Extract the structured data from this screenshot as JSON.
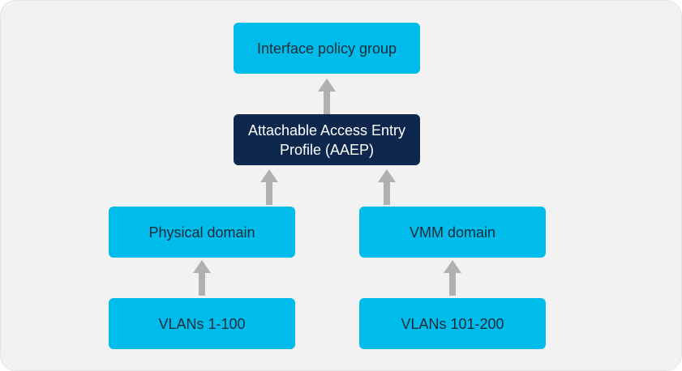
{
  "diagram": {
    "nodes": {
      "interface_policy_group": "Interface policy group",
      "aaep": "Attachable Access Entry Profile (AAEP)",
      "physical_domain": "Physical domain",
      "vmm_domain": "VMM domain",
      "vlans_1_100": "VLANs 1-100",
      "vlans_101_200": "VLANs 101-200"
    },
    "colors": {
      "node_light": "#00bceb",
      "node_dark": "#0d274d",
      "arrow": "#b0b0b0",
      "background": "#f2f2f2"
    }
  }
}
